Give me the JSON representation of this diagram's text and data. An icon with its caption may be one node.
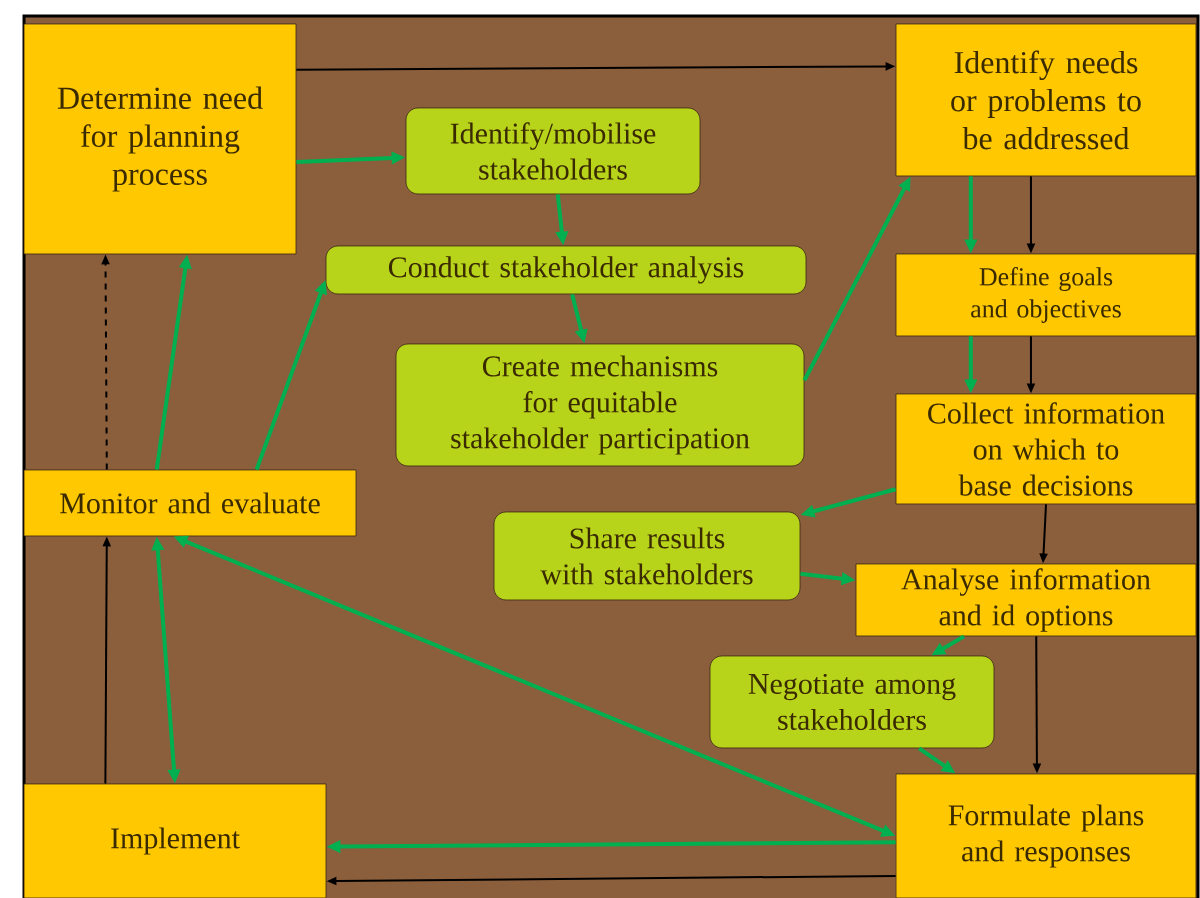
{
  "diagram": {
    "nodes": [
      {
        "text": [
          "Determine need for planning process"
        ]
      },
      {
        "text": [
          "Identify/mobilise stakeholders"
        ]
      },
      {
        "text": [
          "Conduct stakeholder analysis"
        ]
      },
      {
        "text": [
          "Create mechanisms for equitable stakeholder participation"
        ]
      },
      {
        "text": [
          "Identify needs or problems to be addressed"
        ]
      },
      {
        "text": [
          "Define goals and objectives"
        ]
      },
      {
        "text": [
          "Collect information on which to base decisions"
        ]
      },
      {
        "text": [
          "Share results with stakeholders"
        ]
      },
      {
        "text": [
          "Analyse information and id options"
        ]
      },
      {
        "text": [
          "Negotiate among stakeholders"
        ]
      },
      {
        "text": [
          "Monitor and evaluate"
        ]
      },
      {
        "text": [
          "Implement"
        ]
      },
      {
        "text": [
          "Formulate plans and responses"
        ]
      }
    ],
    "edges": [
      {
        "from": 0,
        "to": 4,
        "arrow": "to",
        "color": "#000000"
      },
      {
        "from": 0,
        "to": 1,
        "arrow": "to"
      },
      {
        "from": 1,
        "to": 2,
        "arrow": "to"
      },
      {
        "from": 2,
        "to": 3,
        "arrow": "to"
      },
      {
        "from": 3,
        "to": 4,
        "arrow": "to"
      },
      {
        "from": 4,
        "to": 5,
        "arrow": "to"
      },
      {
        "from": 4,
        "to": 5,
        "arrow": "to",
        "color": "#000000"
      },
      {
        "from": 5,
        "to": 6,
        "arrow": "to"
      },
      {
        "from": 5,
        "to": 6,
        "arrow": "to",
        "color": "#000000"
      },
      {
        "from": 6,
        "to": 7,
        "arrow": "to"
      },
      {
        "from": 7,
        "to": 8,
        "arrow": "to"
      },
      {
        "from": 6,
        "to": 8,
        "arrow": "to",
        "color": "#000000"
      },
      {
        "from": 8,
        "to": 9,
        "arrow": "to"
      },
      {
        "from": 9,
        "to": 12,
        "arrow": "to"
      },
      {
        "from": 8,
        "to": 12,
        "arrow": "to",
        "color": "#000000"
      },
      {
        "from": 10,
        "to": 0,
        "arrow": "to",
        "style": "dashed",
        "color": "#000000"
      },
      {
        "from": 10,
        "to": 0,
        "arrow": "to"
      },
      {
        "from": 10,
        "to": 2,
        "arrow": "to"
      },
      {
        "from": 11,
        "to": 10,
        "arrow": "to",
        "color": "#000000"
      },
      {
        "from": 11,
        "to": 10,
        "arrow": "both"
      },
      {
        "from": 12,
        "to": 10,
        "arrow": "both"
      },
      {
        "from": 12,
        "to": 11,
        "arrow": "to"
      },
      {
        "from": 12,
        "to": 11,
        "arrow": "to",
        "color": "#000000"
      }
    ]
  }
}
